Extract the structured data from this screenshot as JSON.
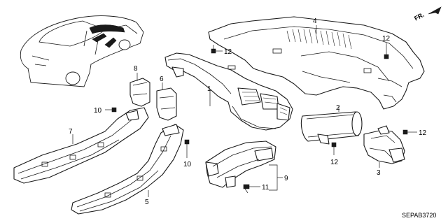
{
  "callouts": {
    "c1": "1",
    "c2": "2",
    "c3": "3",
    "c4": "4",
    "c5": "5",
    "c6": "6",
    "c7": "7",
    "c8": "8",
    "c9": "9",
    "c10a": "10",
    "c10b": "10",
    "c11": "11",
    "c12a": "12",
    "c12b": "12",
    "c12c": "12",
    "c12d": "12"
  },
  "direction_label": "FR.",
  "diagram_code": "SEPAB3720"
}
